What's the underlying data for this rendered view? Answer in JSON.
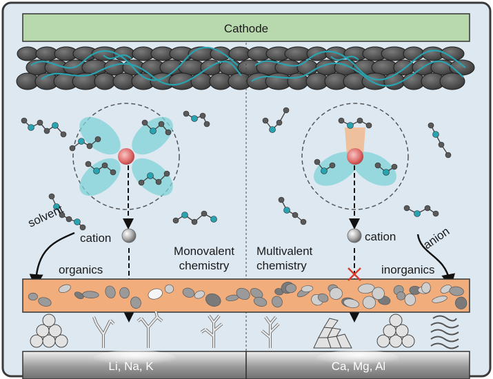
{
  "cathode_label": "Cathode",
  "left_panel": {
    "solvent_label": "solvent",
    "cation_label": "cation",
    "organics_label": "organics",
    "chemistry_label_line1": "Monovalent",
    "chemistry_label_line2": "chemistry",
    "anode_label": "Li, Na, K"
  },
  "right_panel": {
    "cation_label": "cation",
    "anion_label": "anion",
    "inorganics_label": "inorganics",
    "chemistry_label_line1": "Multivalent",
    "chemistry_label_line2": "chemistry",
    "anode_label": "Ca, Mg, Al"
  },
  "colors": {
    "frame_border": "#3a3a3a",
    "electrolyte_bg": "#dde8f1",
    "cathode_fill": "#b8d8ae",
    "particle_fill": "#4a4a4a",
    "binder_line": "#2aa3b0",
    "sei_fill": "#f2ad7c",
    "cation_core": "#e06b6b",
    "cation_shell": "#7fd3d8",
    "blocked_mark": "#d93b2b"
  }
}
